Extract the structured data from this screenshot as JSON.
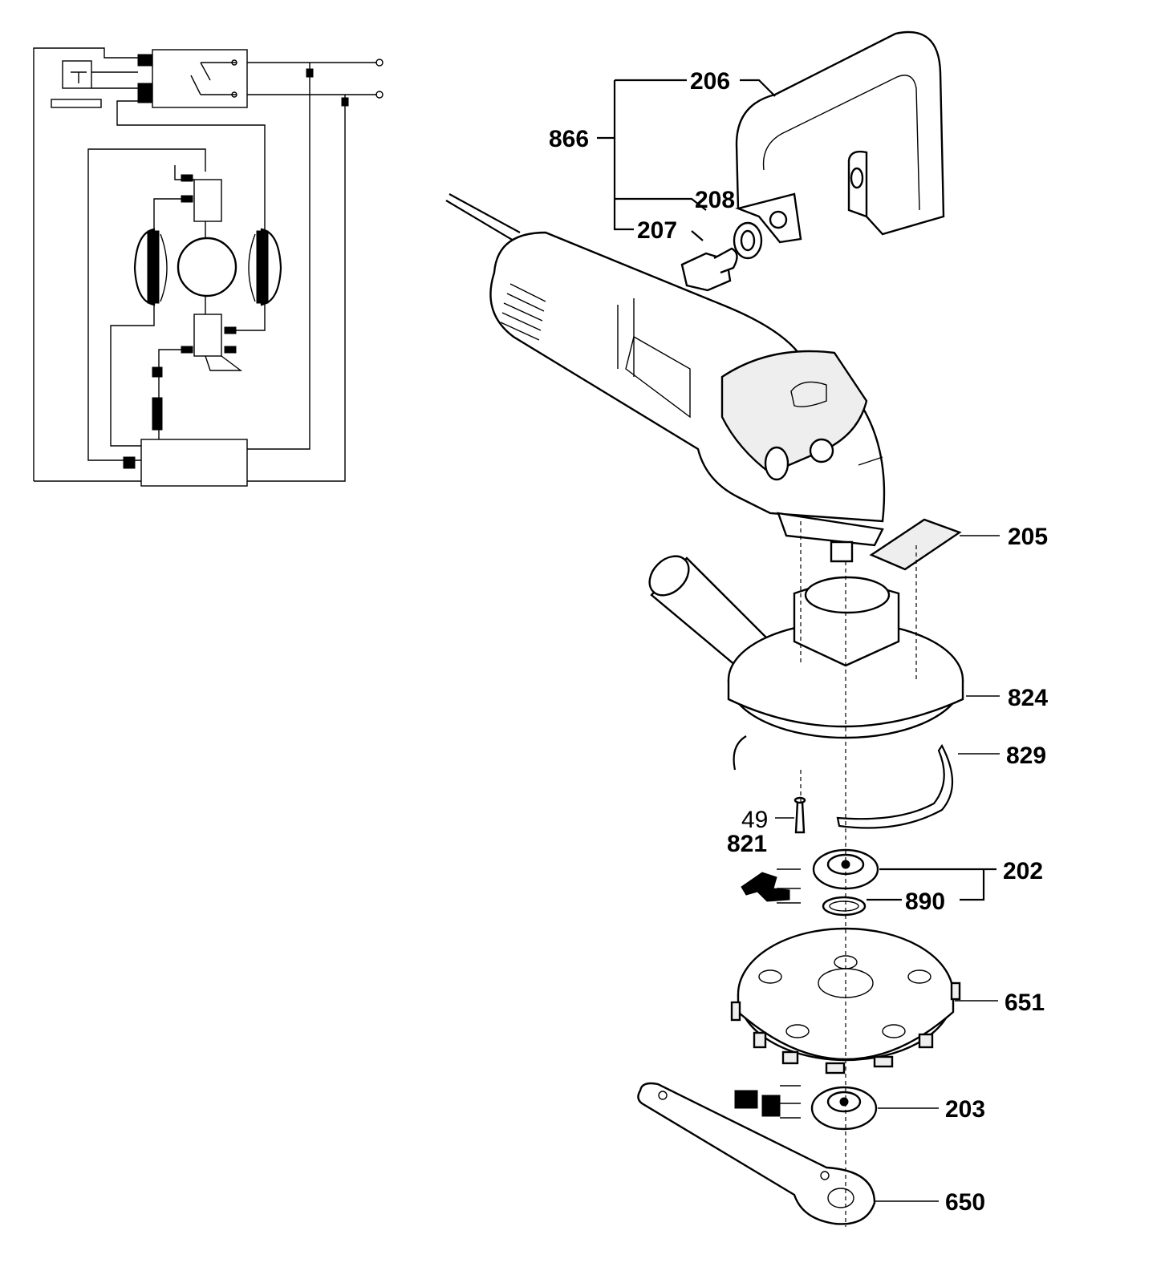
{
  "labels": {
    "p206": "206",
    "p866": "866",
    "p208": "208",
    "p207": "207",
    "p205": "205",
    "p824": "824",
    "p829": "829",
    "p49": "49",
    "p821": "821",
    "p202": "202",
    "p890": "890",
    "p651": "651",
    "p203": "203",
    "p650": "650"
  },
  "icons": {
    "tool_symbol_202": "spanner-tool-icon",
    "tool_symbol_203": "pin-spanner-tool-icon"
  }
}
